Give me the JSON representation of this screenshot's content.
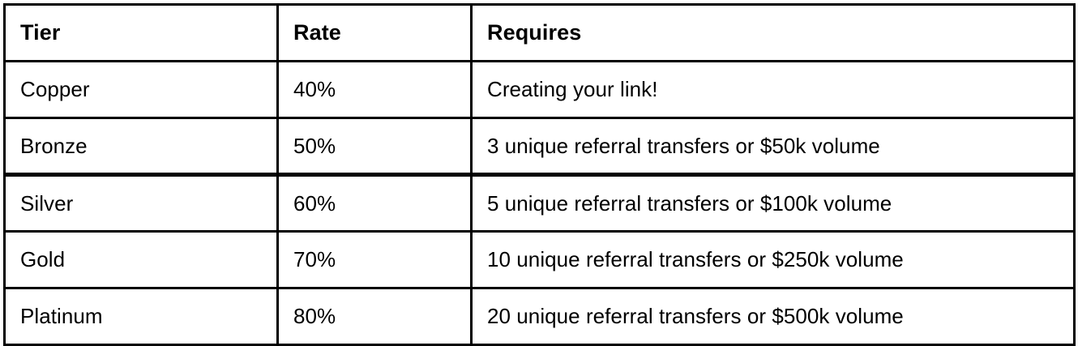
{
  "table": {
    "name": "referral-tier-rate-table",
    "columns": [
      {
        "key": "tier",
        "label": "Tier"
      },
      {
        "key": "rate",
        "label": "Rate"
      },
      {
        "key": "requires",
        "label": "Requires"
      }
    ],
    "rows": [
      {
        "tier": "Copper",
        "rate": "40%",
        "requires": "Creating your link!"
      },
      {
        "tier": "Bronze",
        "rate": "50%",
        "requires": "3 unique referral transfers or $50k volume"
      },
      {
        "tier": "Silver",
        "rate": "60%",
        "requires": "5 unique referral transfers or $100k volume"
      },
      {
        "tier": "Gold",
        "rate": "70%",
        "requires": "10 unique referral transfers or $250k volume"
      },
      {
        "tier": "Platinum",
        "rate": "80%",
        "requires": "20 unique referral transfers or $500k volume"
      }
    ]
  },
  "style": {
    "border_color": "#000000",
    "text_color": "#000000",
    "background_color": "#ffffff"
  }
}
